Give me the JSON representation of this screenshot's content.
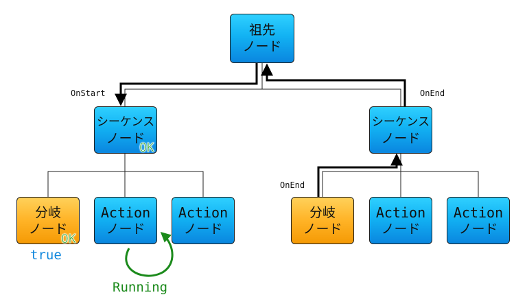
{
  "nodes": {
    "root": {
      "line1": "祖先",
      "line2": "ノード"
    },
    "seq_left": {
      "line1": "シーケンス",
      "line2": "ノード"
    },
    "seq_right": {
      "line1": "シーケンス",
      "line2": "ノード"
    },
    "branch_left": {
      "line1": "分岐",
      "line2": "ノード"
    },
    "action_left_1": {
      "line1": "Action",
      "line2": "ノード"
    },
    "action_left_2": {
      "line1": "Action",
      "line2": "ノード"
    },
    "branch_right": {
      "line1": "分岐",
      "line2": "ノード"
    },
    "action_right_1": {
      "line1": "Action",
      "line2": "ノード"
    },
    "action_right_2": {
      "line1": "Action",
      "line2": "ノード"
    }
  },
  "labels": {
    "onstart": "OnStart",
    "onend_root": "OnEnd",
    "onend_branch": "OnEnd",
    "ok_seq": "OK",
    "ok_branch": "OK",
    "true_value": "true",
    "running": "Running"
  },
  "colors": {
    "node_blue": "#12b2f3",
    "node_orange": "#ffb326",
    "ok_green": "#2fa52a",
    "true_blue": "#1188dd",
    "running_green": "#1b8a1b"
  }
}
